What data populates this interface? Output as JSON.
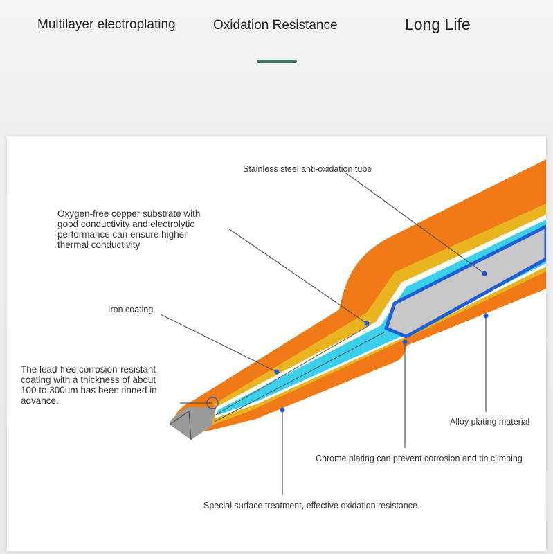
{
  "header": {
    "tabs": [
      {
        "label": "Multilayer electroplating"
      },
      {
        "label": "Oxidation Resistance"
      },
      {
        "label": "Long Life"
      }
    ],
    "active_tab_color": "#3f7a66"
  },
  "diagram": {
    "colors": {
      "outer_layer": "#f07a17",
      "iron_coating": "#e8b520",
      "chrome_layer": "#ffffff",
      "alloy_layer": "#3ad0ec",
      "core_tube": "#c8c8c8",
      "tube_outline": "#1f5fd6",
      "tip": "#9a9a9a",
      "leader_line": "#555555",
      "marker_dot": "#1d56d8"
    },
    "labels": {
      "stainless": "Stainless steel anti-oxidation tube",
      "copper_1": "Oxygen-free copper substrate with",
      "copper_2": "good conductivity and electrolytic",
      "copper_3": "performance can ensure higher",
      "copper_4": "thermal conductivity",
      "iron": "Iron coating.",
      "leadfree_1": "The lead-free corrosion-resistant",
      "leadfree_2": "coating with a thickness of about",
      "leadfree_3": "100 to 300um has been tinned in",
      "leadfree_4": "advance.",
      "alloy": "Alloy plating material",
      "chrome": "Chrome plating can prevent corrosion and tin climbing",
      "special": "Special surface treatment, effective oxidation resistance"
    }
  }
}
